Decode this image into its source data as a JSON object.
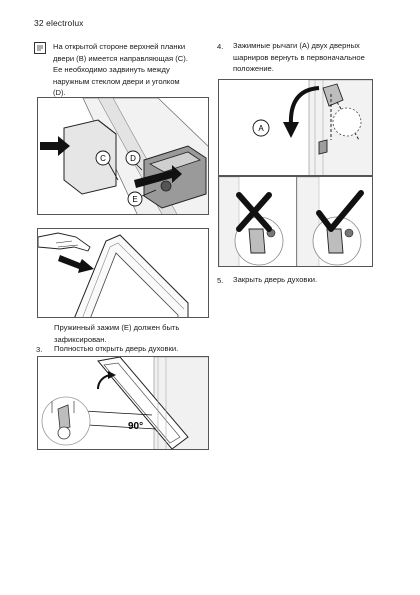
{
  "header": {
    "page_number": "32",
    "brand": "electrolux"
  },
  "left_column": {
    "note_lines": [
      "На открытой стороне верхней планки",
      "двери (B) имеется направляющая (C).",
      "Ее необходимо задвинуть между",
      "наружным стеклом двери и уголком",
      "(D)."
    ],
    "caption_lines": [
      "Пружинный зажим (E) должен быть",
      "зафиксирован."
    ],
    "step3": {
      "number": "3.",
      "text": "Полностью открыть дверь духовки."
    },
    "figure1_labels": {
      "c": "C",
      "d": "D",
      "e": "E"
    },
    "figure3_angle": "90°"
  },
  "right_column": {
    "step4": {
      "number": "4.",
      "lines": [
        "Зажимные рычаги (A) двух дверных",
        "шарниров вернуть в первоначальное",
        "положение."
      ]
    },
    "figure4_label": "A",
    "step5": {
      "number": "5.",
      "text": "Закрыть дверь духовки."
    }
  },
  "colors": {
    "text": "#1a1a1a",
    "figure_border": "#555555",
    "arrow": "#111111",
    "gray_fill": "#d9d9d9"
  }
}
